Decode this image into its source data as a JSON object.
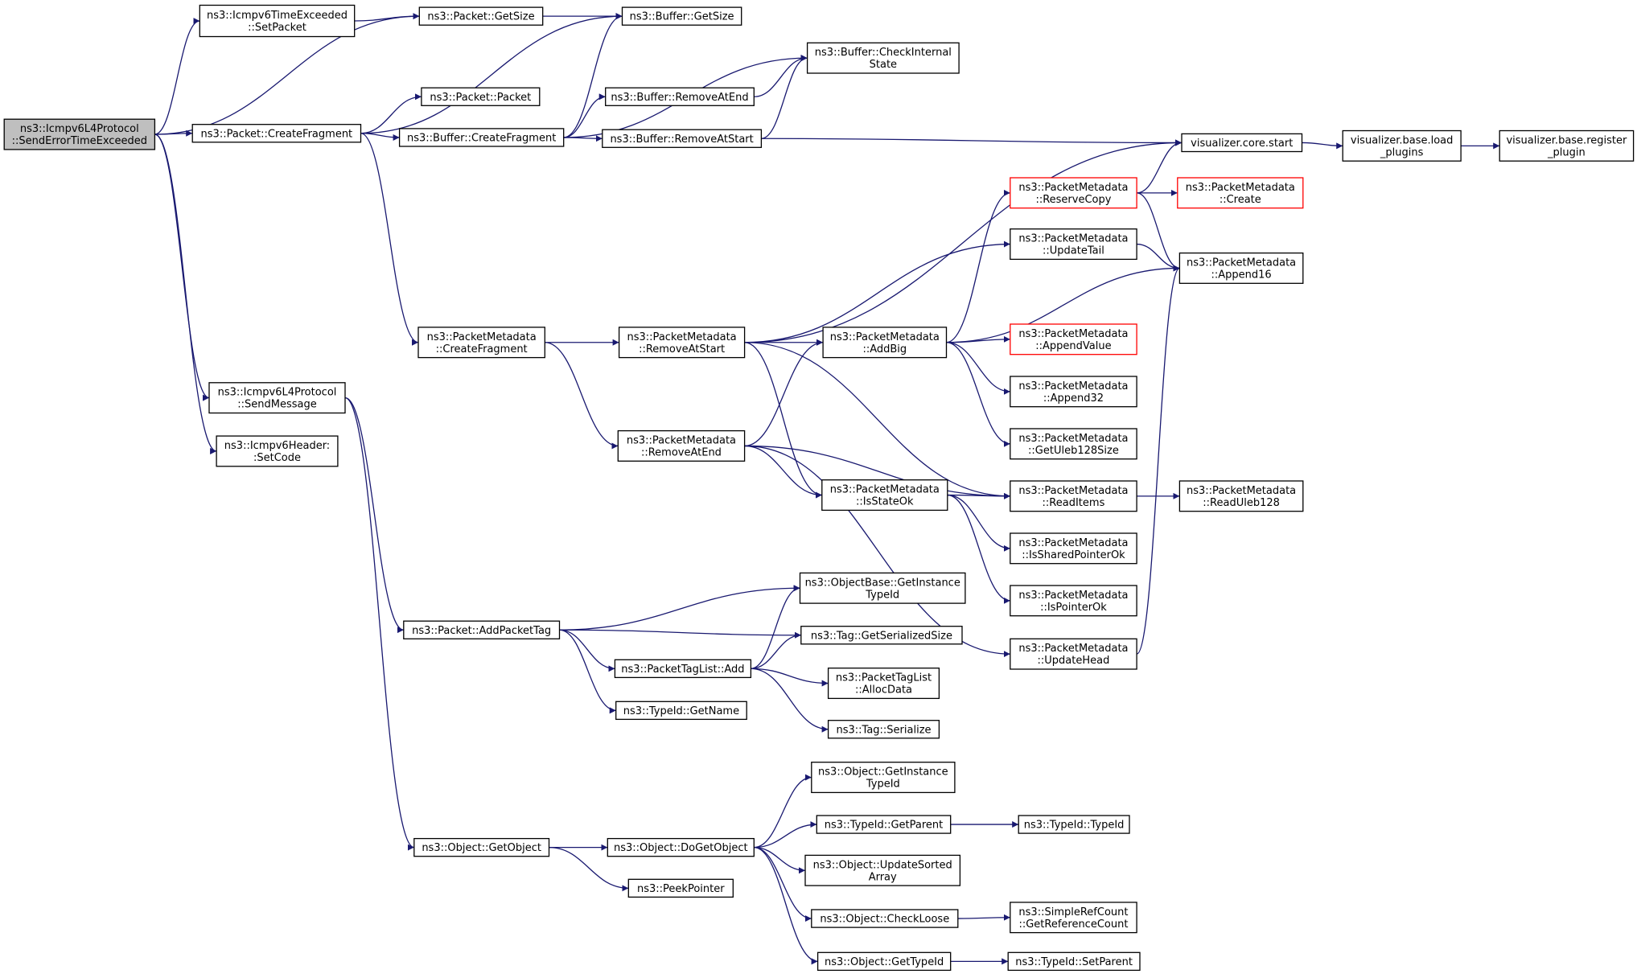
{
  "diagram": {
    "type": "call-graph",
    "edge_color": "#191970",
    "root_fill": "#bfbfbf",
    "incomplete_border_color": "#ff0000",
    "nodes": [
      {
        "id": "root",
        "lines": [
          "ns3::Icmpv6L4Protocol",
          "::SendErrorTimeExceeded"
        ],
        "style": "root"
      },
      {
        "id": "setpacket",
        "lines": [
          "ns3::Icmpv6TimeExceeded",
          "::SetPacket"
        ]
      },
      {
        "id": "pkt_getsize",
        "lines": [
          "ns3::Packet::GetSize"
        ]
      },
      {
        "id": "buf_getsize",
        "lines": [
          "ns3::Buffer::GetSize"
        ]
      },
      {
        "id": "buf_checkinternal",
        "lines": [
          "ns3::Buffer::CheckInternal",
          "State"
        ]
      },
      {
        "id": "pkt_packet",
        "lines": [
          "ns3::Packet::Packet"
        ]
      },
      {
        "id": "buf_removeatend",
        "lines": [
          "ns3::Buffer::RemoveAtEnd"
        ]
      },
      {
        "id": "pkt_createfragment",
        "lines": [
          "ns3::Packet::CreateFragment"
        ]
      },
      {
        "id": "buf_createfragment",
        "lines": [
          "ns3::Buffer::CreateFragment"
        ]
      },
      {
        "id": "buf_removeatstart",
        "lines": [
          "ns3::Buffer::RemoveAtStart"
        ]
      },
      {
        "id": "vis_core_start",
        "lines": [
          "visualizer.core.start"
        ]
      },
      {
        "id": "vis_load_plugins",
        "lines": [
          "visualizer.base.load",
          "_plugins"
        ]
      },
      {
        "id": "vis_register_plugin",
        "lines": [
          "visualizer.base.register",
          "_plugin"
        ]
      },
      {
        "id": "pm_reservecopy",
        "lines": [
          "ns3::PacketMetadata",
          "::ReserveCopy"
        ],
        "style": "red"
      },
      {
        "id": "pm_create",
        "lines": [
          "ns3::PacketMetadata",
          "::Create"
        ],
        "style": "red"
      },
      {
        "id": "pm_updatetail",
        "lines": [
          "ns3::PacketMetadata",
          "::UpdateTail"
        ]
      },
      {
        "id": "pm_append16",
        "lines": [
          "ns3::PacketMetadata",
          "::Append16"
        ]
      },
      {
        "id": "pm_createfragment",
        "lines": [
          "ns3::PacketMetadata",
          "::CreateFragment"
        ]
      },
      {
        "id": "pm_removeatstart",
        "lines": [
          "ns3::PacketMetadata",
          "::RemoveAtStart"
        ]
      },
      {
        "id": "pm_addbig",
        "lines": [
          "ns3::PacketMetadata",
          "::AddBig"
        ]
      },
      {
        "id": "pm_appendvalue",
        "lines": [
          "ns3::PacketMetadata",
          "::AppendValue"
        ],
        "style": "red"
      },
      {
        "id": "pm_append32",
        "lines": [
          "ns3::PacketMetadata",
          "::Append32"
        ]
      },
      {
        "id": "icmp_sendmessage",
        "lines": [
          "ns3::Icmpv6L4Protocol",
          "::SendMessage"
        ]
      },
      {
        "id": "icmphdr_setcode",
        "lines": [
          "ns3::Icmpv6Header:",
          ":SetCode"
        ]
      },
      {
        "id": "pm_getuleb128size",
        "lines": [
          "ns3::PacketMetadata",
          "::GetUleb128Size"
        ]
      },
      {
        "id": "pm_removeatend",
        "lines": [
          "ns3::PacketMetadata",
          "::RemoveAtEnd"
        ]
      },
      {
        "id": "pm_isstateok",
        "lines": [
          "ns3::PacketMetadata",
          "::IsStateOk"
        ]
      },
      {
        "id": "pm_readitems",
        "lines": [
          "ns3::PacketMetadata",
          "::ReadItems"
        ]
      },
      {
        "id": "pm_readuleb128",
        "lines": [
          "ns3::PacketMetadata",
          "::ReadUleb128"
        ]
      },
      {
        "id": "pm_issharedpointerok",
        "lines": [
          "ns3::PacketMetadata",
          "::IsSharedPointerOk"
        ]
      },
      {
        "id": "pm_ispointerok",
        "lines": [
          "ns3::PacketMetadata",
          "::IsPointerOk"
        ]
      },
      {
        "id": "objbase_getinstancetypeid",
        "lines": [
          "ns3::ObjectBase::GetInstance",
          "TypeId"
        ]
      },
      {
        "id": "pkt_addpackettag",
        "lines": [
          "ns3::Packet::AddPacketTag"
        ]
      },
      {
        "id": "tag_getserializedsize",
        "lines": [
          "ns3::Tag::GetSerializedSize"
        ]
      },
      {
        "id": "pm_updatehead",
        "lines": [
          "ns3::PacketMetadata",
          "::UpdateHead"
        ]
      },
      {
        "id": "ptl_add",
        "lines": [
          "ns3::PacketTagList::Add"
        ]
      },
      {
        "id": "ptl_allocdata",
        "lines": [
          "ns3::PacketTagList",
          "::AllocData"
        ]
      },
      {
        "id": "typeid_getname",
        "lines": [
          "ns3::TypeId::GetName"
        ]
      },
      {
        "id": "tag_serialize",
        "lines": [
          "ns3::Tag::Serialize"
        ]
      },
      {
        "id": "obj_getinstancetypeid",
        "lines": [
          "ns3::Object::GetInstance",
          "TypeId"
        ]
      },
      {
        "id": "typeid_getparent",
        "lines": [
          "ns3::TypeId::GetParent"
        ]
      },
      {
        "id": "typeid_typeid",
        "lines": [
          "ns3::TypeId::TypeId"
        ]
      },
      {
        "id": "obj_getobject",
        "lines": [
          "ns3::Object::GetObject"
        ]
      },
      {
        "id": "obj_dogetobject",
        "lines": [
          "ns3::Object::DoGetObject"
        ]
      },
      {
        "id": "obj_updatesortedarray",
        "lines": [
          "ns3::Object::UpdateSorted",
          "Array"
        ]
      },
      {
        "id": "peekpointer",
        "lines": [
          "ns3::PeekPointer"
        ]
      },
      {
        "id": "obj_checkloose",
        "lines": [
          "ns3::Object::CheckLoose"
        ]
      },
      {
        "id": "simplerefcount_getrefcount",
        "lines": [
          "ns3::SimpleRefCount",
          "::GetReferenceCount"
        ]
      },
      {
        "id": "obj_gettypeid",
        "lines": [
          "ns3::Object::GetTypeId"
        ]
      },
      {
        "id": "typeid_setparent",
        "lines": [
          "ns3::TypeId::SetParent"
        ]
      }
    ],
    "edges": [
      [
        "root",
        "setpacket"
      ],
      [
        "root",
        "pkt_getsize"
      ],
      [
        "root",
        "pkt_createfragment"
      ],
      [
        "root",
        "icmp_sendmessage"
      ],
      [
        "root",
        "icmphdr_setcode"
      ],
      [
        "setpacket",
        "pkt_getsize"
      ],
      [
        "pkt_getsize",
        "buf_getsize"
      ],
      [
        "pkt_createfragment",
        "buf_getsize"
      ],
      [
        "pkt_createfragment",
        "pkt_packet"
      ],
      [
        "pkt_createfragment",
        "buf_createfragment"
      ],
      [
        "pkt_createfragment",
        "pm_createfragment"
      ],
      [
        "buf_createfragment",
        "buf_getsize"
      ],
      [
        "buf_createfragment",
        "buf_checkinternal"
      ],
      [
        "buf_createfragment",
        "buf_removeatend"
      ],
      [
        "buf_createfragment",
        "buf_removeatstart"
      ],
      [
        "buf_removeatend",
        "buf_checkinternal"
      ],
      [
        "buf_removeatstart",
        "buf_checkinternal"
      ],
      [
        "buf_removeatstart",
        "vis_core_start"
      ],
      [
        "vis_core_start",
        "vis_load_plugins"
      ],
      [
        "vis_load_plugins",
        "vis_register_plugin"
      ],
      [
        "pm_createfragment",
        "pm_removeatstart"
      ],
      [
        "pm_createfragment",
        "pm_removeatend"
      ],
      [
        "pm_removeatstart",
        "vis_core_start"
      ],
      [
        "pm_removeatstart",
        "pm_updatetail"
      ],
      [
        "pm_removeatstart",
        "pm_addbig"
      ],
      [
        "pm_removeatstart",
        "pm_isstateok"
      ],
      [
        "pm_removeatstart",
        "pm_readitems"
      ],
      [
        "pm_removeatend",
        "pm_addbig"
      ],
      [
        "pm_removeatend",
        "pm_isstateok"
      ],
      [
        "pm_removeatend",
        "pm_readitems"
      ],
      [
        "pm_removeatend",
        "pm_updatehead"
      ],
      [
        "pm_addbig",
        "pm_reservecopy"
      ],
      [
        "pm_addbig",
        "pm_append16"
      ],
      [
        "pm_addbig",
        "pm_appendvalue"
      ],
      [
        "pm_addbig",
        "pm_append32"
      ],
      [
        "pm_addbig",
        "pm_getuleb128size"
      ],
      [
        "pm_reservecopy",
        "vis_core_start"
      ],
      [
        "pm_reservecopy",
        "pm_create"
      ],
      [
        "pm_reservecopy",
        "pm_append16"
      ],
      [
        "pm_updatetail",
        "pm_append16"
      ],
      [
        "pm_isstateok",
        "pm_readitems"
      ],
      [
        "pm_isstateok",
        "pm_issharedpointerok"
      ],
      [
        "pm_isstateok",
        "pm_ispointerok"
      ],
      [
        "pm_readitems",
        "pm_readuleb128"
      ],
      [
        "pm_updatehead",
        "pm_append16"
      ],
      [
        "icmp_sendmessage",
        "pkt_addpackettag"
      ],
      [
        "icmp_sendmessage",
        "obj_getobject"
      ],
      [
        "pkt_addpackettag",
        "objbase_getinstancetypeid"
      ],
      [
        "pkt_addpackettag",
        "tag_getserializedsize"
      ],
      [
        "pkt_addpackettag",
        "ptl_add"
      ],
      [
        "pkt_addpackettag",
        "typeid_getname"
      ],
      [
        "ptl_add",
        "objbase_getinstancetypeid"
      ],
      [
        "ptl_add",
        "tag_getserializedsize"
      ],
      [
        "ptl_add",
        "ptl_allocdata"
      ],
      [
        "ptl_add",
        "tag_serialize"
      ],
      [
        "obj_getobject",
        "obj_dogetobject"
      ],
      [
        "obj_getobject",
        "peekpointer"
      ],
      [
        "obj_dogetobject",
        "obj_getinstancetypeid"
      ],
      [
        "obj_dogetobject",
        "typeid_getparent"
      ],
      [
        "obj_dogetobject",
        "obj_updatesortedarray"
      ],
      [
        "obj_dogetobject",
        "obj_checkloose"
      ],
      [
        "obj_dogetobject",
        "obj_gettypeid"
      ],
      [
        "typeid_getparent",
        "typeid_typeid"
      ],
      [
        "obj_checkloose",
        "simplerefcount_getrefcount"
      ],
      [
        "obj_gettypeid",
        "typeid_setparent"
      ]
    ]
  }
}
